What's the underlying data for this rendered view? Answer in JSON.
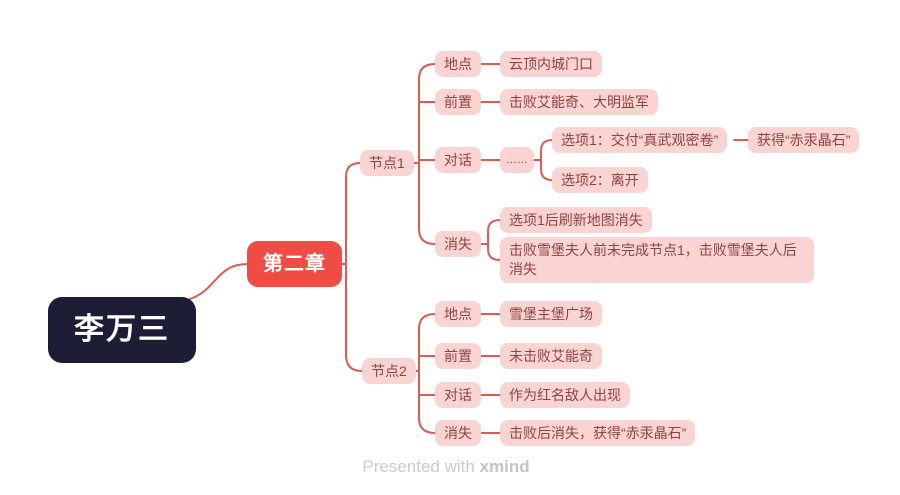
{
  "app": "xmind-mindmap",
  "colors": {
    "root_fill": "#1d1d35",
    "root_text": "#ffffff",
    "chapter_fill": "#ee4c44",
    "chapter_text": "#ffffff",
    "branch_fill": "#f9d4d2",
    "branch_text": "#93433d",
    "connector_line": "#e15a52",
    "watermark_text": "#cbcbcb"
  },
  "nodes": {
    "root": "李万三",
    "chapter": "第二章",
    "node1": "节点1",
    "node2": "节点2",
    "n1_location_label": "地点",
    "n1_location_value": "云顶内城门口",
    "n1_prereq_label": "前置",
    "n1_prereq_value": "击败艾能奇、大明监军",
    "n1_dialog_label": "对话",
    "n1_dialog_ellipsis": "……",
    "n1_option1": "选项1：交付“真武观密卷”",
    "n1_option1_reward": "获得“赤汞晶石”",
    "n1_option2": "选项2：离开",
    "n1_vanish_label": "消失",
    "n1_vanish_value1": "选项1后刷新地图消失",
    "n1_vanish_value2": "击败雪堡夫人前未完成节点1，击败雪堡夫人后消失",
    "n2_location_label": "地点",
    "n2_location_value": "雪堡主堡广场",
    "n2_prereq_label": "前置",
    "n2_prereq_value": "未击败艾能奇",
    "n2_dialog_label": "对话",
    "n2_dialog_value": "作为红名敌人出现",
    "n2_vanish_label": "消失",
    "n2_vanish_value": "击败后消失，获得“赤汞晶石”"
  },
  "watermark": {
    "prefix": "Presented with",
    "brand": "xmind"
  }
}
